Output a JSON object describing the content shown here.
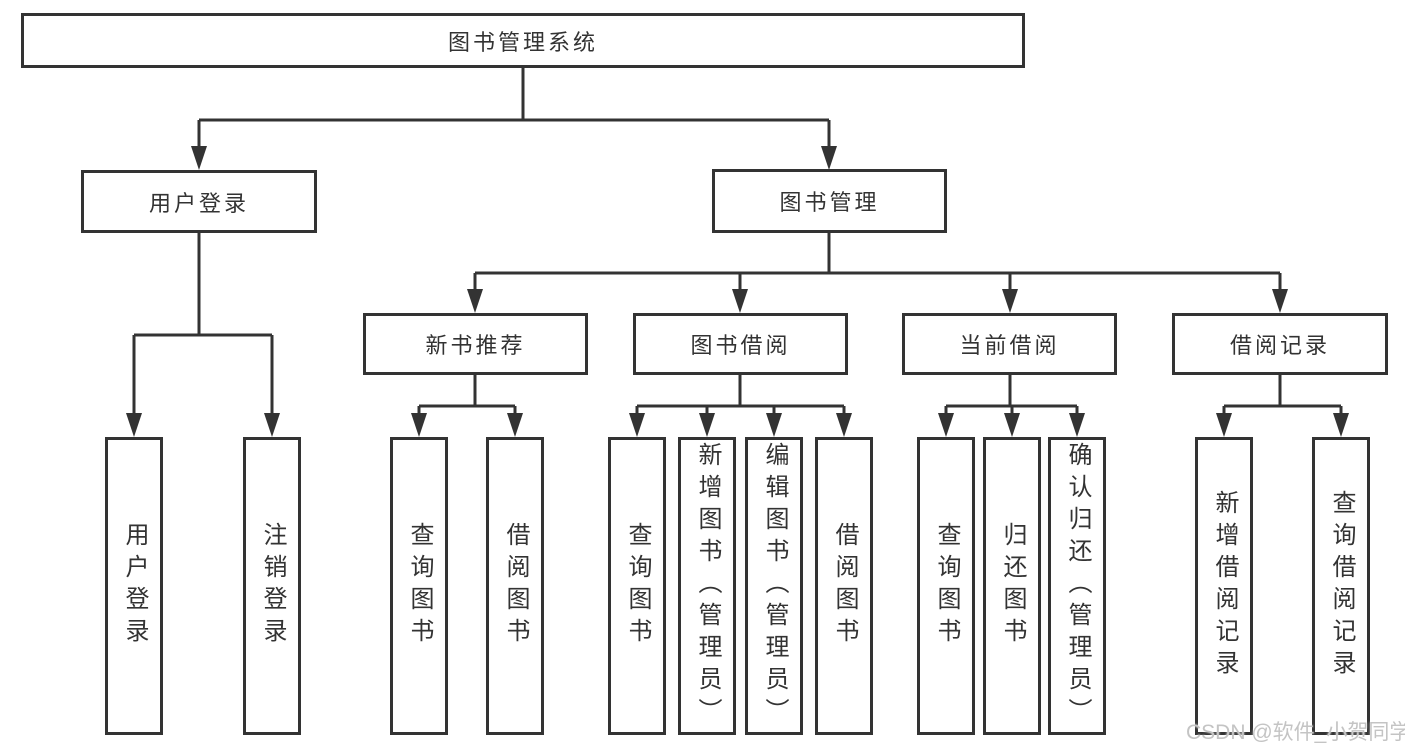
{
  "nodes": {
    "root": "图书管理系统",
    "user_login": "用户登录",
    "book_mgmt": "图书管理",
    "new_book_rec": "新书推荐",
    "book_borrow": "图书借阅",
    "current_borrow": "当前借阅",
    "borrow_records": "借阅记录",
    "leaf_user_login": "用户登录",
    "leaf_logout": "注销登录",
    "leaf_nb_query_book": "查询图书",
    "leaf_nb_borrow_book": "借阅图书",
    "leaf_bb_query_book": "查询图书",
    "leaf_bb_add_book": "新增图书（管理员）",
    "leaf_bb_edit_book": "编辑图书（管理员）",
    "leaf_bb_borrow_book": "借阅图书",
    "leaf_cb_query_book": "查询图书",
    "leaf_cb_return_book": "归还图书",
    "leaf_cb_confirm_return": "确认归还（管理员）",
    "leaf_br_add_record": "新增借阅记录",
    "leaf_br_query_record": "查询借阅记录"
  },
  "watermark": "CSDN @软件_小贺同学",
  "colors": {
    "line": "#333333",
    "text": "#333333",
    "watermark": "#c4c4c4",
    "background": "#ffffff"
  }
}
